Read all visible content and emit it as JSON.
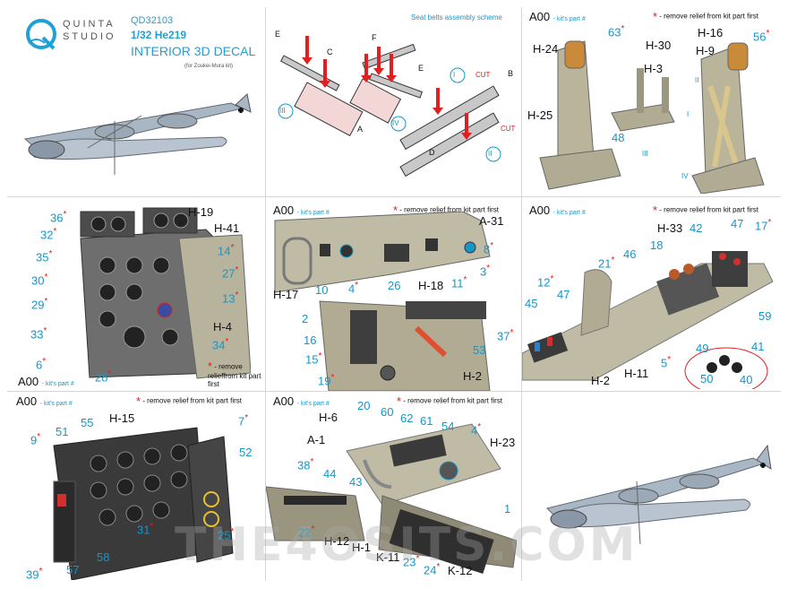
{
  "brand": {
    "line1": "QUINTA",
    "line2": "STUDIO"
  },
  "product": {
    "code": "QD32103",
    "scale": "1/32 He219",
    "title": "INTERIOR 3D DECAL",
    "subtitle": "(for Zoukei-Mura kit)"
  },
  "panel2": {
    "title": "Seat belts assembly scheme",
    "letters": [
      "E",
      "F",
      "C",
      "E",
      "A",
      "B",
      "D",
      "CUT",
      "CUT"
    ],
    "circles": [
      "III",
      "IV",
      "I",
      "II"
    ]
  },
  "panel3": {
    "header": "A00",
    "header_suffix": "- kit's part #",
    "note": "- remove relief from kit part first",
    "parts": [
      "H-24",
      "H-30",
      "H-16",
      "H-9",
      "H-3",
      "H-25"
    ],
    "nums": [
      "63",
      "56",
      "48"
    ],
    "circles": [
      "II",
      "I",
      "III",
      "IV"
    ]
  },
  "panel4": {
    "parts": [
      "H-19",
      "H-41",
      "H-4"
    ],
    "nums": [
      "36",
      "32",
      "35",
      "30",
      "29",
      "33",
      "6",
      "28",
      "14",
      "27",
      "13",
      "34"
    ],
    "footer": "A00",
    "footer_suffix": "- kit's part #",
    "note": "- remove relieffrom kit part first"
  },
  "panel5": {
    "header": "A00",
    "header_suffix": "- kit's part #",
    "note": "- remove relief from kit part first",
    "parts": [
      "A-31",
      "H-17",
      "H-18",
      "H-2"
    ],
    "nums": [
      "8",
      "3",
      "11",
      "10",
      "4",
      "26",
      "2",
      "16",
      "15",
      "19",
      "37",
      "53"
    ]
  },
  "panel6": {
    "header": "A00",
    "header_suffix": "- kit's part #",
    "note": "- remove relief from kit part first",
    "parts": [
      "H-33",
      "H-2",
      "H-11"
    ],
    "nums": [
      "42",
      "47",
      "17",
      "18",
      "46",
      "21",
      "12",
      "47",
      "45",
      "59",
      "5",
      "49",
      "41",
      "50",
      "40"
    ]
  },
  "panel7": {
    "header": "A00",
    "header_suffix": "- kit's part #",
    "note": "- remove relief from kit part first",
    "parts": [
      "H-15"
    ],
    "nums": [
      "7",
      "9",
      "51",
      "55",
      "52",
      "31",
      "25",
      "58",
      "39",
      "57"
    ]
  },
  "panel8": {
    "header": "A00",
    "header_suffix": "- kit's part #",
    "note": "- remove relief from kit part first",
    "parts": [
      "H-6",
      "A-1",
      "H-23",
      "H-12",
      "H-1",
      "K-11",
      "K-12"
    ],
    "nums": [
      "20",
      "60",
      "62",
      "61",
      "54",
      "4",
      "38",
      "44",
      "43",
      "22",
      "23",
      "24",
      "1"
    ]
  },
  "watermark": "THE4OSITS.COM",
  "colors": {
    "accent": "#1696c9",
    "star": "#e02020",
    "grid": "#d6d6d6"
  }
}
